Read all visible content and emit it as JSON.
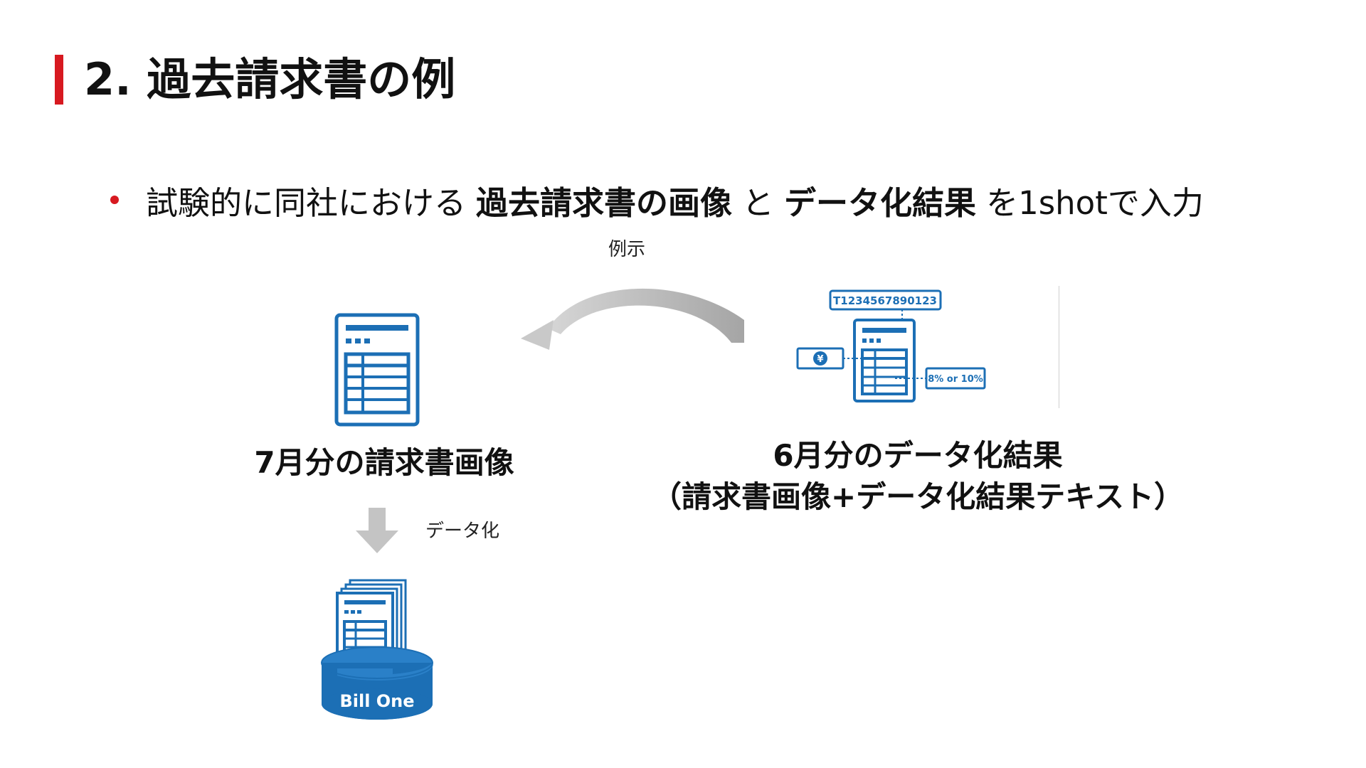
{
  "title": "2. 過去請求書の例",
  "bullet": {
    "segments": [
      {
        "text": "試験的に同社における",
        "bold": false
      },
      {
        "text": "過去請求書の画像",
        "bold": true
      },
      {
        "text": "と",
        "bold": false
      },
      {
        "text": "データ化結果",
        "bold": true
      },
      {
        "text": "を1shotで入力",
        "bold": false
      }
    ]
  },
  "diagram": {
    "example_label": "例示",
    "left_caption": "7月分の請求書画像",
    "data_label": "データ化",
    "right_caption_line1": "6月分のデータ化結果",
    "right_caption_line2": "（請求書画像+データ化結果テキスト）",
    "invoice_number": "T1234567890123",
    "yen_symbol": "¥",
    "tax_rate": "8% or 10%",
    "db_label": "Bill One",
    "colors": {
      "accent": "#d71920",
      "icon_blue": "#1c6fb5",
      "arrow_gray": "#b8b8b8"
    }
  }
}
